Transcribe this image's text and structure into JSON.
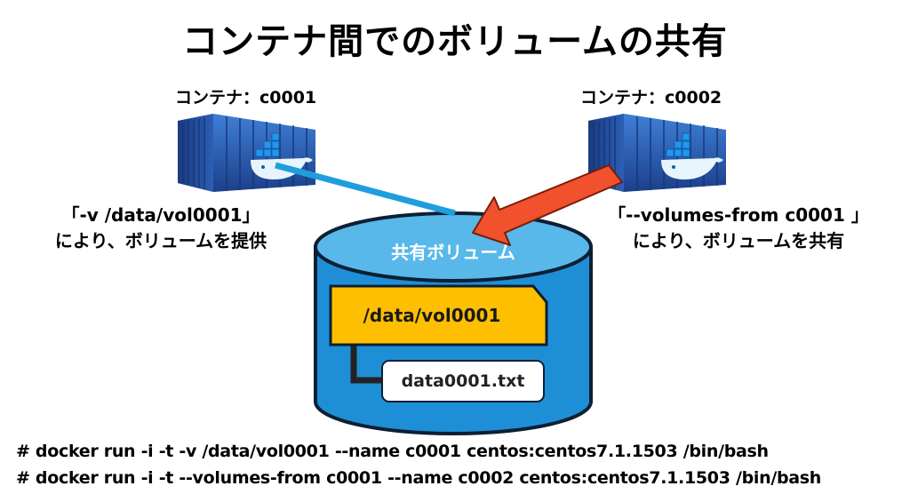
{
  "title": "コンテナ間でのボリュームの共有",
  "containers": [
    {
      "label": "コンテナ：c0001"
    },
    {
      "label": "コンテナ：c0002"
    }
  ],
  "notes": {
    "left_line1": "「-v /data/vol0001」",
    "left_line2": "により、ボリュームを提供",
    "right_line1": "「--volumes-from c0001 」",
    "right_line2": "により、ボリュームを共有"
  },
  "volume": {
    "label": "共有ボリューム",
    "folder": "/data/vol0001",
    "file": "data0001.txt"
  },
  "commands": [
    "# docker run -i -t -v /data/vol0001 --name c0001 centos:centos7.1.1503 /bin/bash",
    "# docker run -i -t --volumes-from c0001 --name c0002 centos:centos7.1.1503 /bin/bash"
  ],
  "colors": {
    "cylinder_fill": "#1e8fd6",
    "cylinder_top": "#58b8ea",
    "folder": "#fdbf00",
    "left_link": "#1f9ede",
    "right_arrow": "#f1512c",
    "container_blue": "#2a5fb8"
  },
  "icons": [
    "docker-container-icon",
    "docker-container-icon"
  ]
}
